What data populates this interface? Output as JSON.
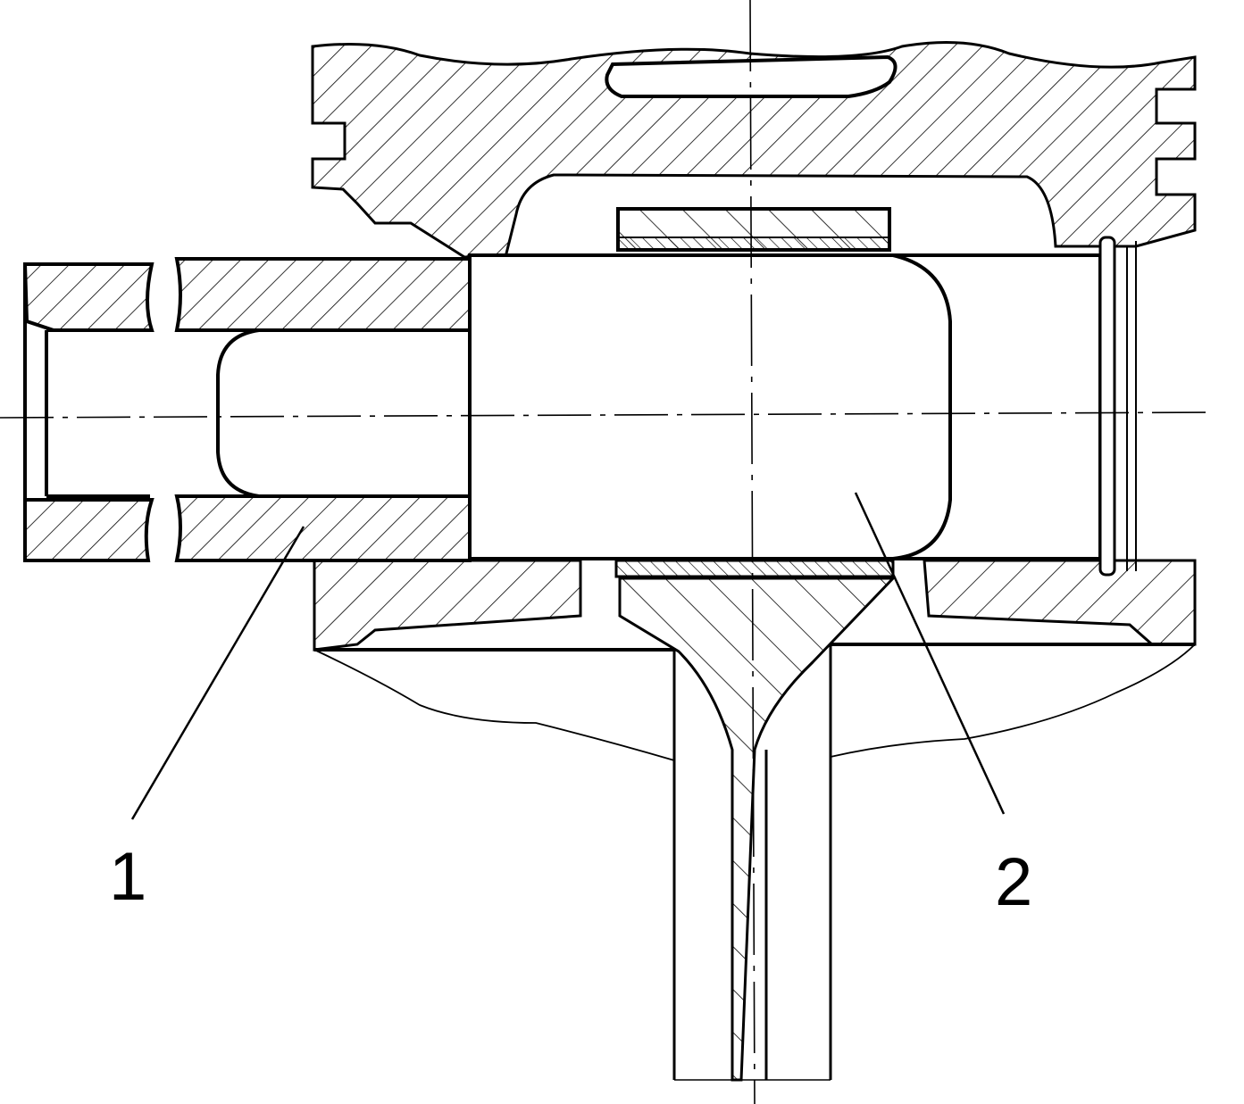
{
  "diagram": {
    "callouts": [
      {
        "id": "1",
        "label": "1"
      },
      {
        "id": "2",
        "label": "2"
      }
    ]
  },
  "colors": {
    "ink": "#000000",
    "paper": "#ffffff"
  }
}
